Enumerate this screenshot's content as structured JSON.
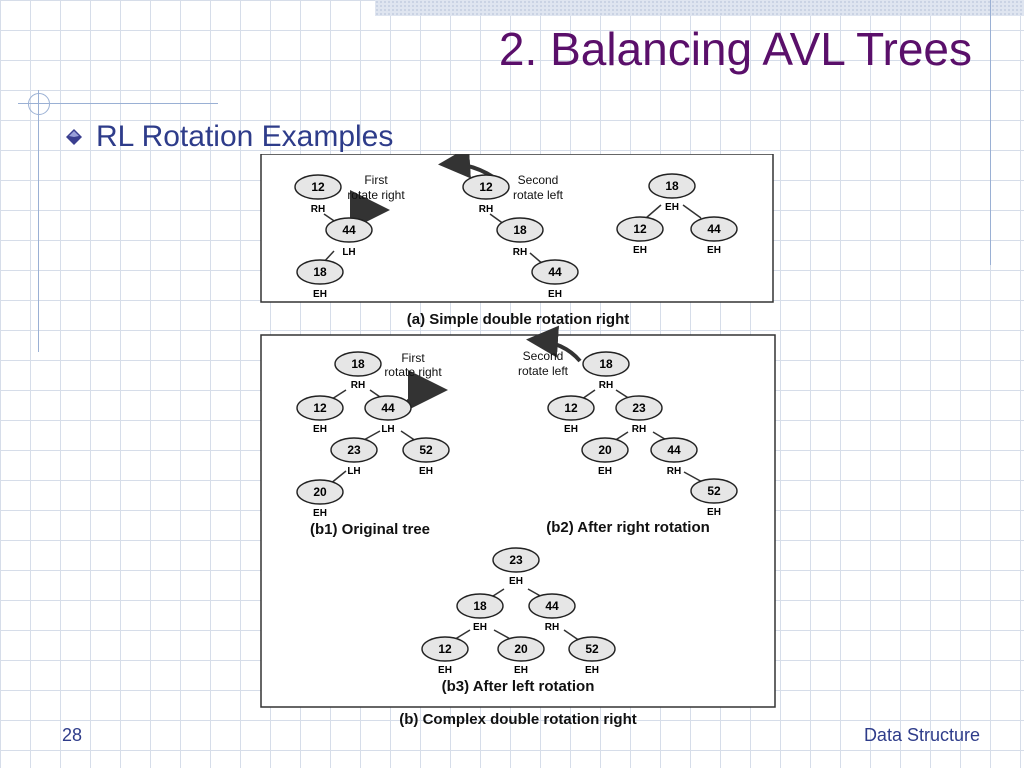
{
  "slide": {
    "title": "2. Balancing AVL Trees",
    "bullet": "RL Rotation Examples",
    "page_number": "28",
    "footer": "Data Structure"
  },
  "colors": {
    "title": "#5a0f6a",
    "text": "#2e3c8a",
    "grid": "#d6dde9",
    "node_fill": "#e6e6e6"
  },
  "diagram": {
    "panels": [
      {
        "id": "a",
        "caption": "(a) Simple double rotation right"
      },
      {
        "id": "b",
        "caption": "(b) Complex double rotation right"
      }
    ],
    "subcaptions": [
      {
        "id": "b1",
        "text": "(b1) Original tree"
      },
      {
        "id": "b2",
        "text": "(b2) After right rotation"
      },
      {
        "id": "b3",
        "text": "(b3) After left rotation"
      }
    ],
    "rotation_notes": [
      {
        "id": "a1",
        "line1": "First",
        "line2": "rotate right"
      },
      {
        "id": "a2",
        "line1": "Second",
        "line2": "rotate left"
      },
      {
        "id": "b1",
        "line1": "First",
        "line2": "rotate right"
      },
      {
        "id": "b2",
        "line1": "Second",
        "line2": "rotate left"
      }
    ],
    "nodes": [
      {
        "tree": "a1",
        "key": "12",
        "balance": "RH"
      },
      {
        "tree": "a1",
        "key": "44",
        "balance": "LH"
      },
      {
        "tree": "a1",
        "key": "18",
        "balance": "EH"
      },
      {
        "tree": "a2",
        "key": "12",
        "balance": "RH"
      },
      {
        "tree": "a2",
        "key": "18",
        "balance": "RH"
      },
      {
        "tree": "a2",
        "key": "44",
        "balance": "EH"
      },
      {
        "tree": "a3",
        "key": "18",
        "balance": "EH"
      },
      {
        "tree": "a3",
        "key": "12",
        "balance": "EH"
      },
      {
        "tree": "a3",
        "key": "44",
        "balance": "EH"
      },
      {
        "tree": "b1",
        "key": "18",
        "balance": "RH"
      },
      {
        "tree": "b1",
        "key": "12",
        "balance": "EH"
      },
      {
        "tree": "b1",
        "key": "44",
        "balance": "LH"
      },
      {
        "tree": "b1",
        "key": "23",
        "balance": "LH"
      },
      {
        "tree": "b1",
        "key": "52",
        "balance": "EH"
      },
      {
        "tree": "b1",
        "key": "20",
        "balance": "EH"
      },
      {
        "tree": "b2",
        "key": "18",
        "balance": "RH"
      },
      {
        "tree": "b2",
        "key": "12",
        "balance": "EH"
      },
      {
        "tree": "b2",
        "key": "23",
        "balance": "RH"
      },
      {
        "tree": "b2",
        "key": "20",
        "balance": "EH"
      },
      {
        "tree": "b2",
        "key": "44",
        "balance": "RH"
      },
      {
        "tree": "b2",
        "key": "52",
        "balance": "EH"
      },
      {
        "tree": "b3",
        "key": "23",
        "balance": "EH"
      },
      {
        "tree": "b3",
        "key": "18",
        "balance": "EH"
      },
      {
        "tree": "b3",
        "key": "44",
        "balance": "RH"
      },
      {
        "tree": "b3",
        "key": "12",
        "balance": "EH"
      },
      {
        "tree": "b3",
        "key": "20",
        "balance": "EH"
      },
      {
        "tree": "b3",
        "key": "52",
        "balance": "EH"
      }
    ]
  }
}
